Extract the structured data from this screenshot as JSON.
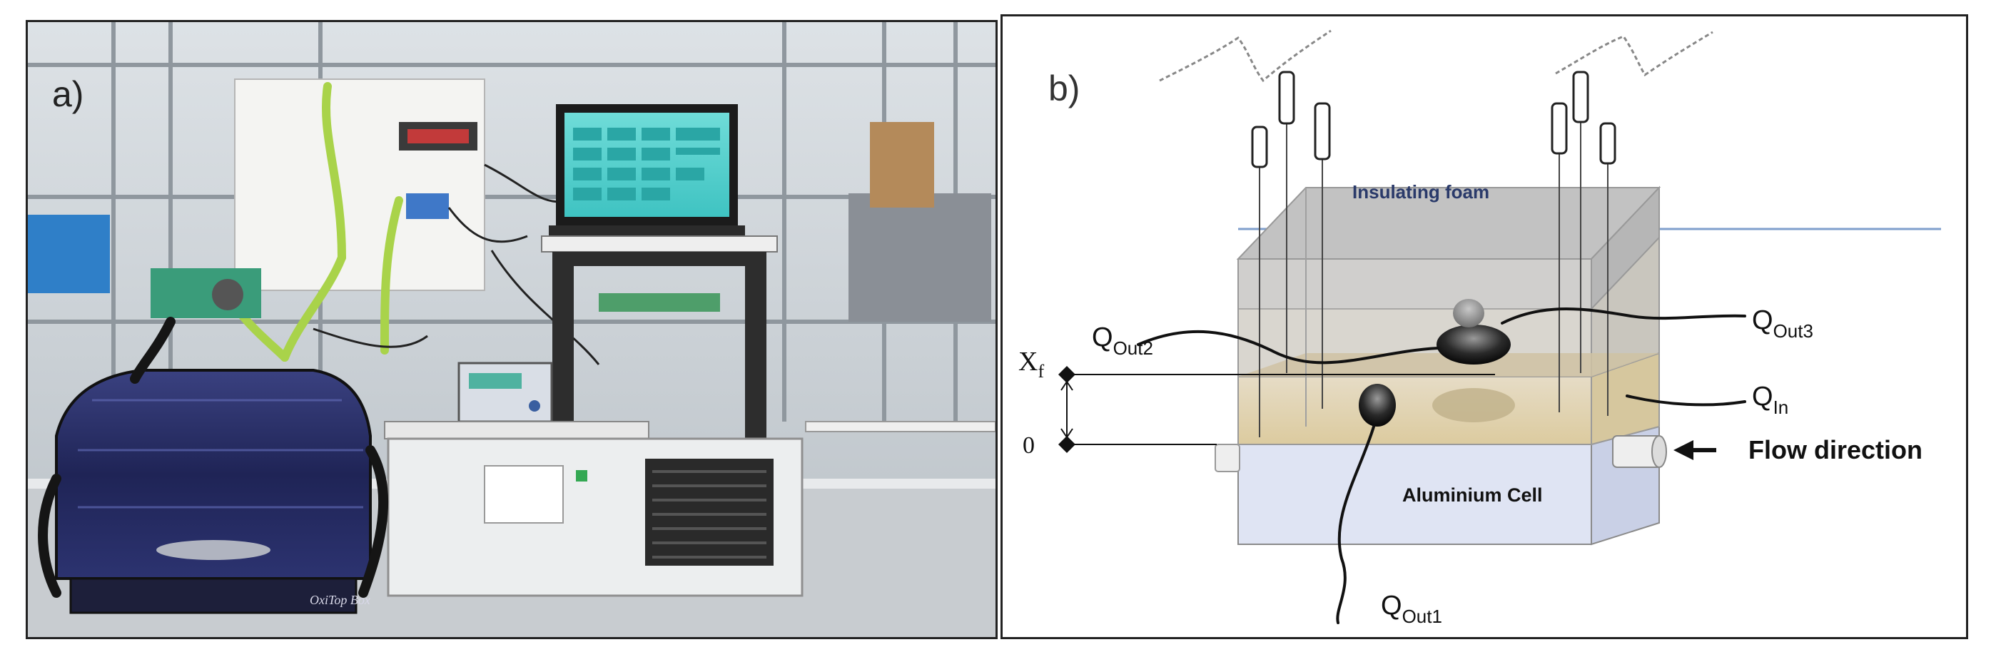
{
  "panel_a": {
    "label": "a)",
    "instrument_brand": "OxiTop Box"
  },
  "panel_b": {
    "label": "b)",
    "insulating_foam": "Insulating foam",
    "aluminium_cell": "Aluminium Cell",
    "flow_direction": "Flow direction",
    "axis_xf": "X",
    "axis_xf_sub": "f",
    "axis_zero": "0",
    "q_symbol": "Q",
    "q_out1_sub": "Out1",
    "q_out2_sub": "Out2",
    "q_out3_sub": "Out3",
    "q_in_sub": "In"
  },
  "colors": {
    "frame": "#222222",
    "liquid": "#e3d7b8",
    "cell_blue": "#dfe4f3",
    "foam_grey": "#cfcfcf",
    "screen_cyan": "#4fd0cf",
    "chamber_navy": "#2a2f66",
    "water_line": "#7f9fcc"
  }
}
